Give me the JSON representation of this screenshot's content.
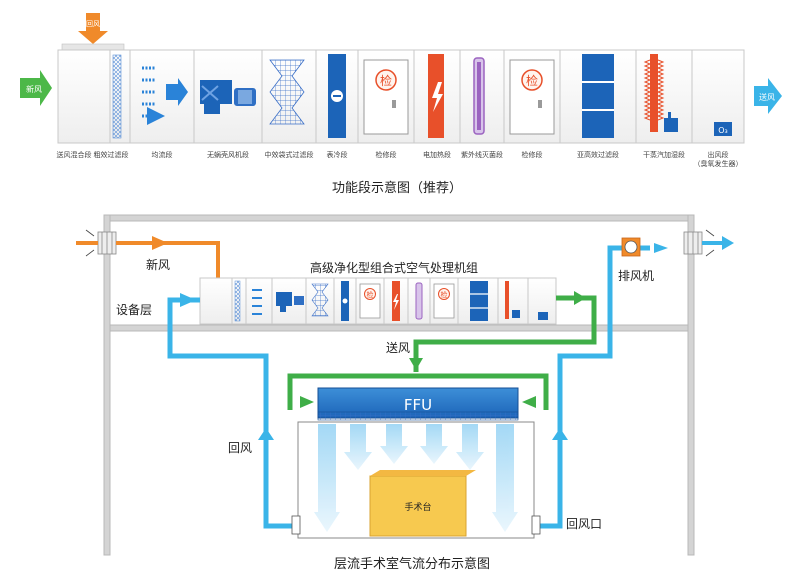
{
  "top_diagram": {
    "inlet_arrow_label": "新风",
    "return_tag_label": "回风",
    "outlet_arrow_label": "送风",
    "sections": [
      {
        "label": "送风混合段"
      },
      {
        "label": "粗效过滤段"
      },
      {
        "label": "均流段"
      },
      {
        "label": "无蜗壳风机段"
      },
      {
        "label": "中效袋式过滤段"
      },
      {
        "label": "表冷段"
      },
      {
        "label": "检修段"
      },
      {
        "label": "电加热段"
      },
      {
        "label": "紫外线灭菌段"
      },
      {
        "label": "检修段"
      },
      {
        "label": "亚高效过滤段"
      },
      {
        "label": "干蒸汽加湿段"
      },
      {
        "label": "出风段"
      }
    ],
    "outlet_note": "（臭氧发生器）",
    "inspection_glyph": "检",
    "ozone_glyph": "O₃",
    "caption": "功能段示意图（推荐）"
  },
  "bottom_diagram": {
    "fresh_air_label": "新风",
    "ahu_title": "高级净化型组合式空气处理机组",
    "exhaust_fan_label": "排风机",
    "equipment_floor_label": "设备层",
    "supply_air_label": "送风",
    "ffu_label": "FFU",
    "return_air_label": "回风",
    "return_outlet_label": "回风口",
    "operating_table_label": "手术台",
    "inspection_glyph": "检",
    "caption": "层流手术室气流分布示意图"
  },
  "colors": {
    "fresh_air_orange": "#f08a2a",
    "supply_blue": "#2a83d8",
    "return_cyan": "#3ab4e8",
    "supply_green": "#3fae48",
    "heater_red": "#e8502a",
    "uv_purple": "#9b63c0",
    "table_yellow": "#f7c94f",
    "building_gray": "#b8b8b8"
  }
}
